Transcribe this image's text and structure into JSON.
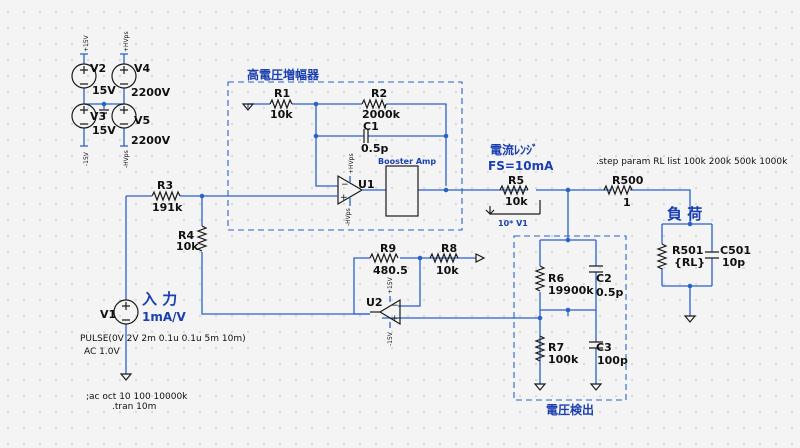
{
  "labels": {
    "hv_amp_title": "高電圧増幅器",
    "current_range_title": "電流ﾚﾝｼﾞ",
    "current_range_fs": "FS=10mA",
    "load_title": "負 荷",
    "input_title": "入 力",
    "input_scale": "1mA/V",
    "voltage_detect_title": "電圧検出",
    "booster": "Booster Amp",
    "r5_note": "10* V1"
  },
  "directives": {
    "step": ".step param RL list 100k 200k 500k 1000k",
    "ac": ";ac oct 10 100 10000k",
    "tran": ".tran 10m"
  },
  "sources": {
    "v2": {
      "name": "V2",
      "value": "15V",
      "net": "+15V"
    },
    "v3": {
      "name": "V3",
      "value": "15V",
      "net": "-15V"
    },
    "v4": {
      "name": "V4",
      "value": "2200V",
      "net": "+HVps"
    },
    "v5": {
      "name": "V5",
      "value": "2200V",
      "net": "-HVps"
    },
    "v1": {
      "name": "V1",
      "pulse": "PULSE(0V 2V 2m 0.1u 0.1u 5m 10m)",
      "ac": "AC 1.0V"
    }
  },
  "components": {
    "r1": {
      "name": "R1",
      "value": "10k"
    },
    "r2": {
      "name": "R2",
      "value": "2000k"
    },
    "c1": {
      "name": "C1",
      "value": "0.5p"
    },
    "r3": {
      "name": "R3",
      "value": "191k"
    },
    "r4": {
      "name": "R4",
      "value": "10k"
    },
    "r5": {
      "name": "R5",
      "value": "10k"
    },
    "r500": {
      "name": "R500",
      "value": "1"
    },
    "r501": {
      "name": "R501",
      "value": "{RL}"
    },
    "c501": {
      "name": "C501",
      "value": "10p"
    },
    "r9": {
      "name": "R9",
      "value": "480.5"
    },
    "r8": {
      "name": "R8",
      "value": "10k"
    },
    "r6": {
      "name": "R6",
      "value": "19900k"
    },
    "c2": {
      "name": "C2",
      "value": "0.5p"
    },
    "r7": {
      "name": "R7",
      "value": "100k"
    },
    "c3": {
      "name": "C3",
      "value": "100p"
    },
    "u1": {
      "name": "U1",
      "pos_supply": "+HVps",
      "neg_supply": "-HVps"
    },
    "u2": {
      "name": "U2",
      "pos_supply": "+15V",
      "neg_supply": "-15V"
    }
  }
}
